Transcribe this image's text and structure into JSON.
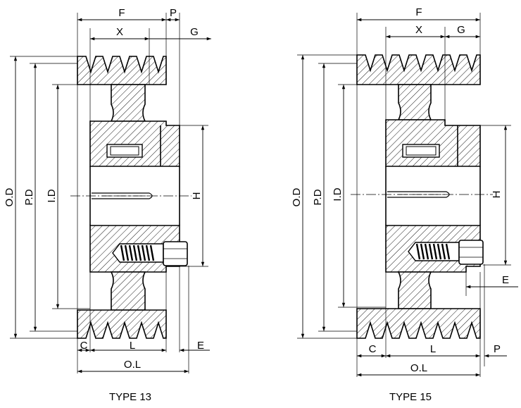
{
  "diagrams": [
    {
      "id": "type13",
      "caption": "TYPE 13",
      "labels": {
        "F": "F",
        "P": "P",
        "X": "X",
        "G": "G",
        "OD": "O.D",
        "PD": "P.D",
        "ID": "I.D",
        "H": "H",
        "C": "C",
        "L": "L",
        "E": "E",
        "OL": "O.L"
      }
    },
    {
      "id": "type15",
      "caption": "TYPE 15",
      "labels": {
        "F": "F",
        "X": "X",
        "G": "G",
        "OD": "O.D",
        "PD": "P.D",
        "ID": "I.D",
        "H": "H",
        "C": "C",
        "L": "L",
        "E": "E",
        "P": "P",
        "OL": "O.L"
      }
    }
  ],
  "colors": {
    "line": "#000000",
    "background": "#ffffff"
  }
}
